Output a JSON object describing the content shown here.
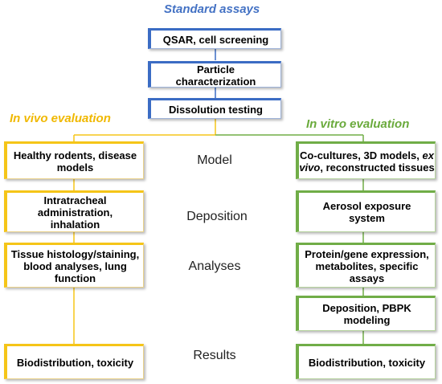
{
  "headings": {
    "standard": "Standard assays",
    "in_vivo": "In vivo evaluation",
    "in_vitro": "In vitro evaluation"
  },
  "colors": {
    "standard": "#3b6cc4",
    "in_vivo": "#f5c518",
    "in_vitro": "#70ad47"
  },
  "standard_boxes": [
    {
      "label": "QSAR, cell screening"
    },
    {
      "label": "Particle characterization"
    },
    {
      "label": "Dissolution testing"
    }
  ],
  "stages": [
    "Model",
    "Deposition",
    "Analyses",
    "Results"
  ],
  "in_vivo_boxes": [
    {
      "label": "Healthy rodents, disease models"
    },
    {
      "label": "Intratracheal administration, inhalation"
    },
    {
      "label": "Tissue histology/staining, blood analyses, lung function"
    },
    {
      "label": "Biodistribution, toxicity"
    }
  ],
  "in_vitro_boxes": [
    {
      "parts": [
        "Co-cultures, 3D models, ",
        "ex vivo",
        ", reconstructed tissues"
      ]
    },
    {
      "label": "Aerosol exposure system"
    },
    {
      "label": "Protein/gene expression, metabolites, specific assays"
    },
    {
      "label": "Deposition, PBPK modeling"
    },
    {
      "label": "Biodistribution, toxicity"
    }
  ]
}
